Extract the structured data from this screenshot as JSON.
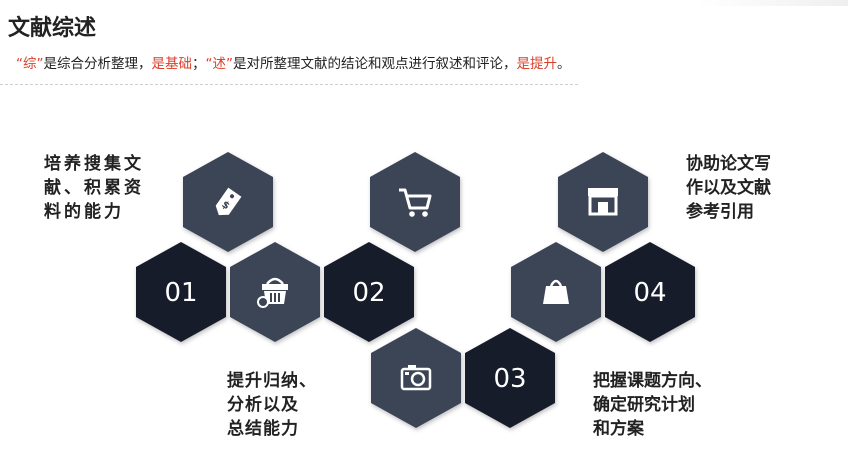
{
  "header": {
    "title": "文献综述",
    "subtitle": {
      "part1_quote": "“综”",
      "part1_text": "是综合分析整理，",
      "part1_em": "是基础",
      "part2_sep": "；",
      "part2_quote": "“述”",
      "part2_text": "是对所整理文献的结论和观点进行叙述和评论，",
      "part2_em": "是提升",
      "part2_end": "。"
    }
  },
  "items": [
    {
      "number": "01",
      "icon": "price-tag-icon",
      "label": "培养搜集文\n献、积累资\n料的能力"
    },
    {
      "number": "02",
      "icon": "shopping-cart-icon",
      "label": "提升归纳、\n分析以及\n总结能力"
    },
    {
      "number": "03",
      "icon": "camera-icon",
      "label": "把握课题方向、\n确定研究计划\n和方案"
    },
    {
      "number": "04",
      "icon": "storefront-icon",
      "label": "协助论文写\n作以及文献\n参考引用"
    }
  ],
  "extra_icons": [
    "shopping-basket-icon",
    "shopping-bag-icon"
  ],
  "colors": {
    "dark_hex": "#161b2a",
    "light_hex": "#3a4456",
    "accent": "#d9402a"
  }
}
